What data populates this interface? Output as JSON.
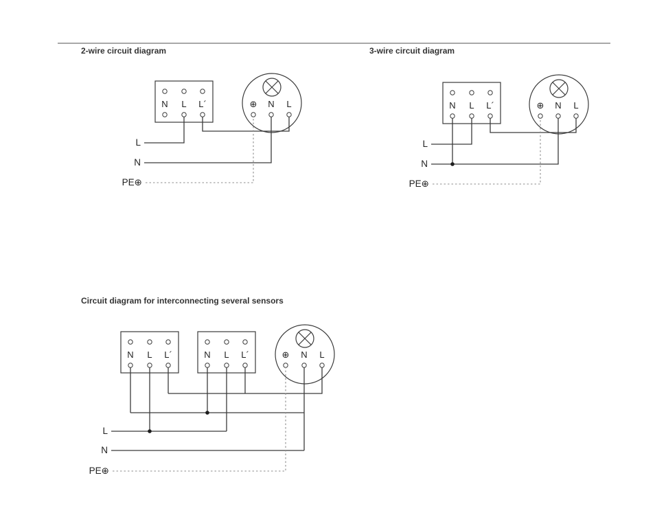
{
  "page": {
    "background": "#ffffff",
    "stroke_color": "#3a3a3a",
    "dashed_color": "#8d8d8d",
    "divider_color": "#9b9b9b"
  },
  "two_wire": {
    "title": "2-wire circuit diagram",
    "sensor_terminals": [
      "N",
      "L",
      "L´"
    ],
    "lamp_terminals": [
      "⊕",
      "N",
      "L"
    ],
    "mains_l": "L",
    "mains_n": "N",
    "mains_pe": "PE⊕"
  },
  "three_wire": {
    "title": "3-wire circuit diagram",
    "sensor_terminals": [
      "N",
      "L",
      "L´"
    ],
    "lamp_terminals": [
      "⊕",
      "N",
      "L"
    ],
    "mains_l": "L",
    "mains_n": "N",
    "mains_pe": "PE⊕"
  },
  "multi_sensor": {
    "title": "Circuit diagram for interconnecting several sensors",
    "sensor1_terminals": [
      "N",
      "L",
      "L´"
    ],
    "sensor2_terminals": [
      "N",
      "L",
      "L´"
    ],
    "lamp_terminals": [
      "⊕",
      "N",
      "L"
    ],
    "mains_l": "L",
    "mains_n": "N",
    "mains_pe": "PE⊕"
  }
}
